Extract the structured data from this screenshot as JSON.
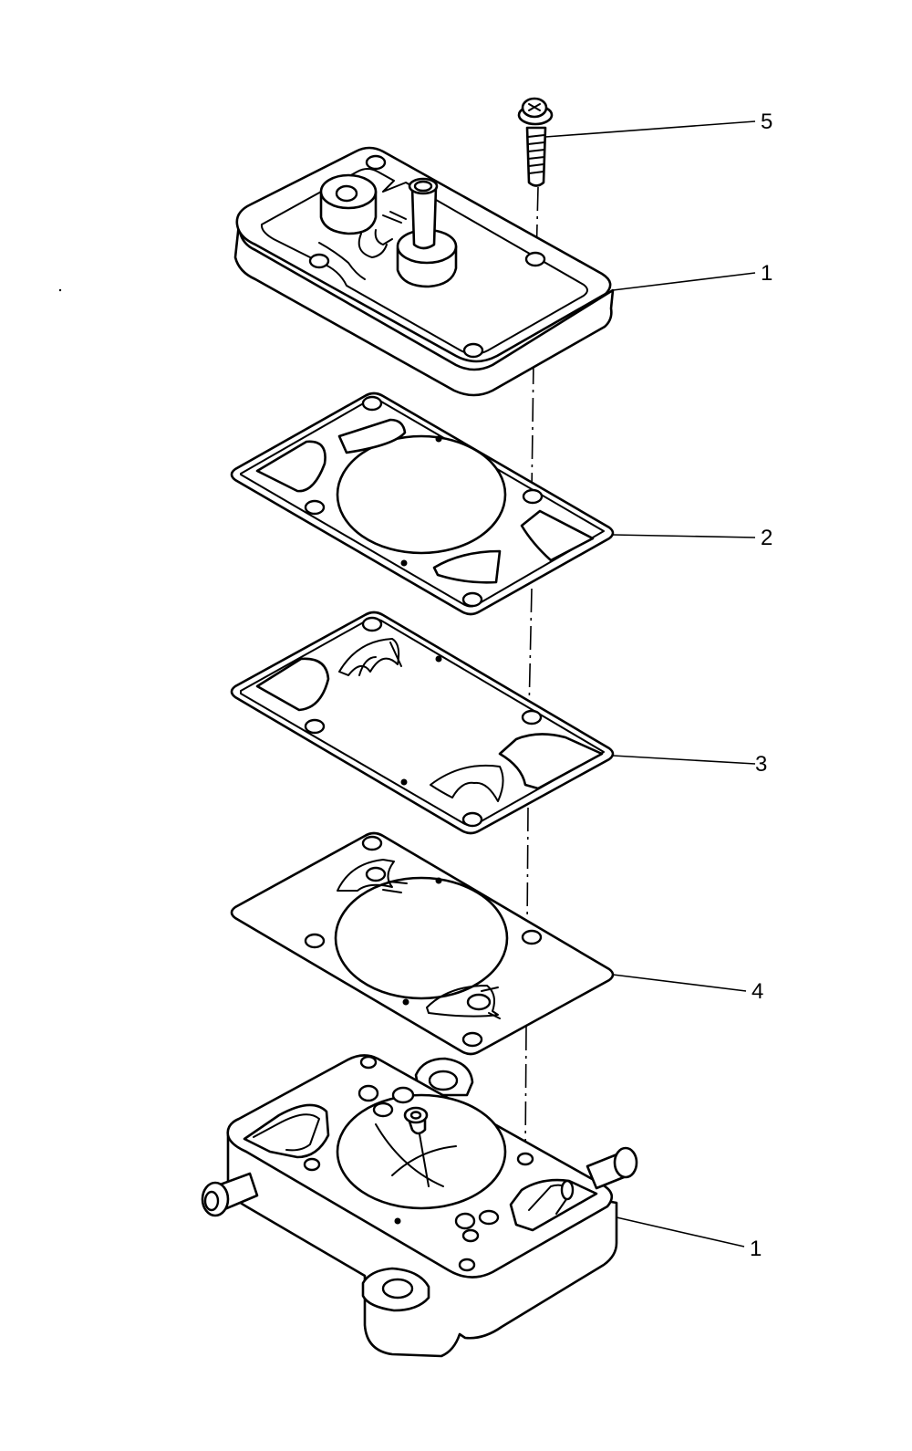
{
  "callouts": [
    {
      "id": "screw",
      "number": "5"
    },
    {
      "id": "cover",
      "number": "1"
    },
    {
      "id": "gasket",
      "number": "2"
    },
    {
      "id": "valve-plate",
      "number": "3"
    },
    {
      "id": "diaphragm",
      "number": "4"
    },
    {
      "id": "pump-body",
      "number": "1"
    }
  ]
}
